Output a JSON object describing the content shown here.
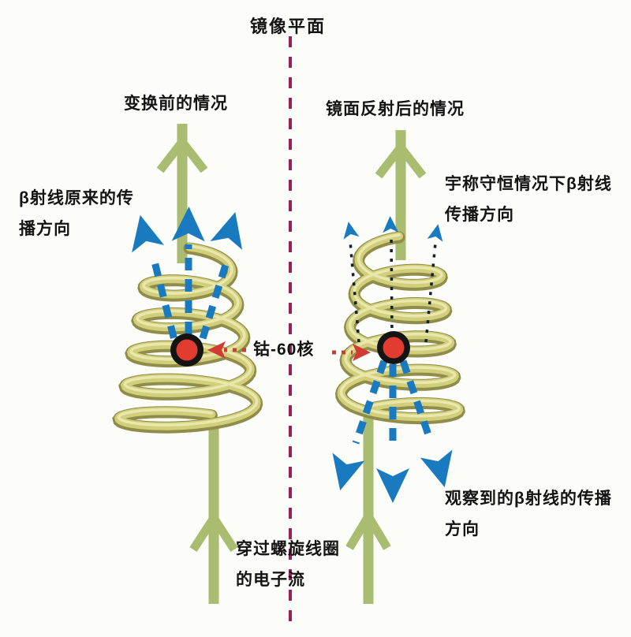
{
  "diagram": {
    "title": "镜像平面",
    "left_heading": "变换前的情况",
    "right_heading": "镜面反射后的情况",
    "labels": {
      "beta_original_1": "β射线原来的传",
      "beta_original_2": "播方向",
      "parity_conserved_1": "宇称守恒情况下β射线",
      "parity_conserved_2": "传播方向",
      "cobalt": "钴-60核",
      "observed_1": "观察到的β射线的传播",
      "observed_2": "方向",
      "electron_flow_1": "穿过螺旋线圈",
      "electron_flow_2": "的电子流"
    },
    "colors": {
      "coil_light": "#d2cf7c",
      "coil_dark": "#8f8d49",
      "coil_highlight": "#e9e7ab",
      "green_line": "#a9bc6f",
      "arrow_blue": "#1a7abf",
      "dot_dark": "#13222e",
      "nucleus_red": "#e23b30",
      "nucleus_ring": "#141414",
      "red_arrow": "#d23b33",
      "mirror_line": "#9c2058",
      "text": "#141414"
    }
  }
}
